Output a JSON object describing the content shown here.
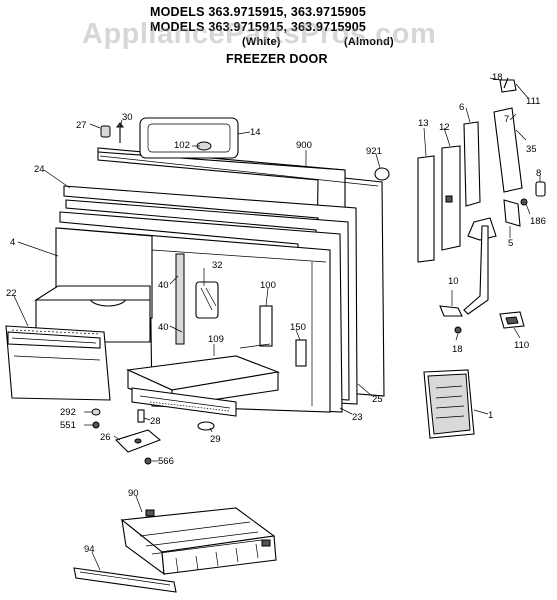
{
  "header": {
    "line1": "MODELS 363.9715915, 363.9715905",
    "line2": "MODELS 363.9715915, 363.9715905",
    "white": "(White)",
    "almond": "(Almond)",
    "title": "FREEZER DOOR"
  },
  "watermark": "AppliancePartsPros.com",
  "parts": {
    "p18a": "18",
    "p111": "111",
    "p13": "13",
    "p12": "12",
    "p6": "6",
    "p7": "7",
    "p35": "35",
    "p8": "8",
    "p186": "186",
    "p5": "5",
    "p10a": "10",
    "p18b": "18",
    "p110": "110",
    "p1": "1",
    "p27": "27",
    "p30": "30",
    "p14": "14",
    "p102": "102",
    "p900": "900",
    "p921": "921",
    "p24": "24",
    "p4": "4",
    "p32": "32",
    "p40a": "40",
    "p40b": "40",
    "p100": "100",
    "p22": "22",
    "p109": "109",
    "p150": "150",
    "p25": "25",
    "p23": "23",
    "p292": "292",
    "p551": "551",
    "p28": "28",
    "p26": "26",
    "p566": "566",
    "p29": "29",
    "p90": "90",
    "p94": "94"
  }
}
